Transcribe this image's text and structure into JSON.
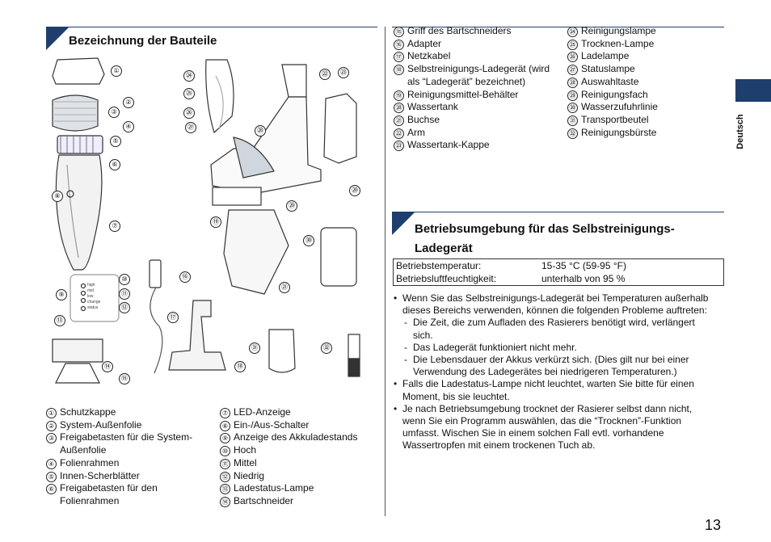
{
  "section1": {
    "title": "Bezeichnung der Bauteile"
  },
  "callouts": [
    "①",
    "②",
    "③",
    "④",
    "⑤",
    "⑥",
    "⑦",
    "⑧",
    "⑨",
    "⑩",
    "⑪",
    "⑫",
    "⑬",
    "⑭",
    "⑮",
    "⑯",
    "⑰",
    "⑱",
    "⑲",
    "⑳",
    "㉑",
    "㉒",
    "㉓",
    "㉔",
    "㉕",
    "㉖",
    "㉗",
    "㉘",
    "㉙",
    "㉚",
    "㉛",
    "㉜"
  ],
  "parts_list_left": [
    {
      "num": "①",
      "label": "Schutzkappe"
    },
    {
      "num": "②",
      "label": "System-Außenfolie"
    },
    {
      "num": "③",
      "label": "Freigabetasten für die System-Außenfolie"
    },
    {
      "num": "④",
      "label": "Folienrahmen"
    },
    {
      "num": "⑤",
      "label": "Innen-Scherblätter"
    },
    {
      "num": "⑥",
      "label": "Freigabetasten für den Folienrahmen"
    }
  ],
  "parts_list_mid": [
    {
      "num": "⑦",
      "label": "LED-Anzeige"
    },
    {
      "num": "⑧",
      "label": "Ein-/Aus-Schalter"
    },
    {
      "num": "⑨",
      "label": "Anzeige des Akkuladestands"
    },
    {
      "num": "⑩",
      "label": "Hoch"
    },
    {
      "num": "⑪",
      "label": "Mittel"
    },
    {
      "num": "⑫",
      "label": "Niedrig"
    },
    {
      "num": "⑬",
      "label": "Ladestatus-Lampe"
    },
    {
      "num": "⑭",
      "label": "Bartschneider"
    }
  ],
  "parts_list_right_a": [
    {
      "num": "⑮",
      "label": "Griff des Bartschneiders"
    },
    {
      "num": "⑯",
      "label": "Adapter"
    },
    {
      "num": "⑰",
      "label": "Netzkabel"
    },
    {
      "num": "⑱",
      "label": "Selbstreinigungs-Ladegerät (wird als “Ladegerät” bezeichnet)"
    },
    {
      "num": "⑲",
      "label": "Reinigungsmittel-Behälter"
    },
    {
      "num": "⑳",
      "label": "Wassertank"
    },
    {
      "num": "㉑",
      "label": "Buchse"
    },
    {
      "num": "㉒",
      "label": "Arm"
    },
    {
      "num": "㉓",
      "label": "Wassertank-Kappe"
    }
  ],
  "parts_list_right_b": [
    {
      "num": "㉔",
      "label": "Reinigungslampe"
    },
    {
      "num": "㉕",
      "label": "Trocknen-Lampe"
    },
    {
      "num": "㉖",
      "label": "Ladelampe"
    },
    {
      "num": "㉗",
      "label": "Statuslampe"
    },
    {
      "num": "㉘",
      "label": "Auswahltaste"
    },
    {
      "num": "㉙",
      "label": "Reinigungsfach"
    },
    {
      "num": "㉚",
      "label": "Wasserzufuhrlinie"
    },
    {
      "num": "㉛",
      "label": "Transportbeutel"
    },
    {
      "num": "㉜",
      "label": "Reinigungsbürste"
    }
  ],
  "led_labels": {
    "high": "high",
    "mid": "mid",
    "low": "low",
    "change": "change",
    "status": "status"
  },
  "section2": {
    "title_line1": "Betriebsumgebung für das Selbstreinigungs-",
    "title_line2": "Ladegerät",
    "table": [
      {
        "label": "Betriebstemperatur:",
        "value": "15-35 °C (59-95 °F)"
      },
      {
        "label": "Betriebsluftfeuchtigkeit:",
        "value": "unterhalb von 95 %"
      }
    ],
    "bullet1": "Wenn Sie das Selbstreinigungs-Ladegerät bei Temperaturen außerhalb dieses Bereichs verwenden, können die folgenden Probleme auftreten:",
    "sub1": "Die Zeit, die zum Aufladen des Rasierers benötigt wird, verlängert sich.",
    "sub2": "Das Ladegerät funktioniert nicht mehr.",
    "sub3": "Die Lebensdauer der Akkus verkürzt sich. (Dies gilt nur bei einer Verwendung des Ladegerätes bei niedrigeren Temperaturen.)",
    "bullet2": "Falls die Ladestatus-Lampe nicht leuchtet, warten Sie bitte für einen Moment, bis sie leuchtet.",
    "bullet3": "Je nach Betriebsumgebung trocknet der Rasierer selbst dann nicht, wenn Sie ein Programm auswählen, das die “Trocknen”-Funktion umfasst. Wischen Sie in einem solchen Fall evtl. vorhandene Wassertropfen mit einem trockenen Tuch ab."
  },
  "side_label": "Deutsch",
  "page_number": "13",
  "colors": {
    "accent": "#1e3f6e"
  }
}
